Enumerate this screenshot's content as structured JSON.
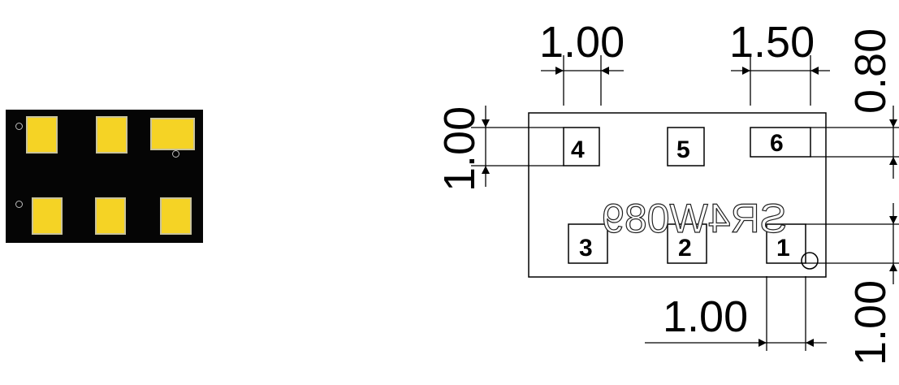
{
  "photo": {
    "pad_color": "#f5d325",
    "board_color": "#050505"
  },
  "drawing": {
    "marking": "SR4W089",
    "pins": [
      "4",
      "5",
      "6",
      "3",
      "2",
      "1"
    ],
    "dimensions": {
      "top_left_width": "1.00",
      "top_right_width": "1.50",
      "right_top": "0.80",
      "left_height": "1.00",
      "bottom_pitch": "1.00",
      "right_bottom": "1.00"
    }
  }
}
